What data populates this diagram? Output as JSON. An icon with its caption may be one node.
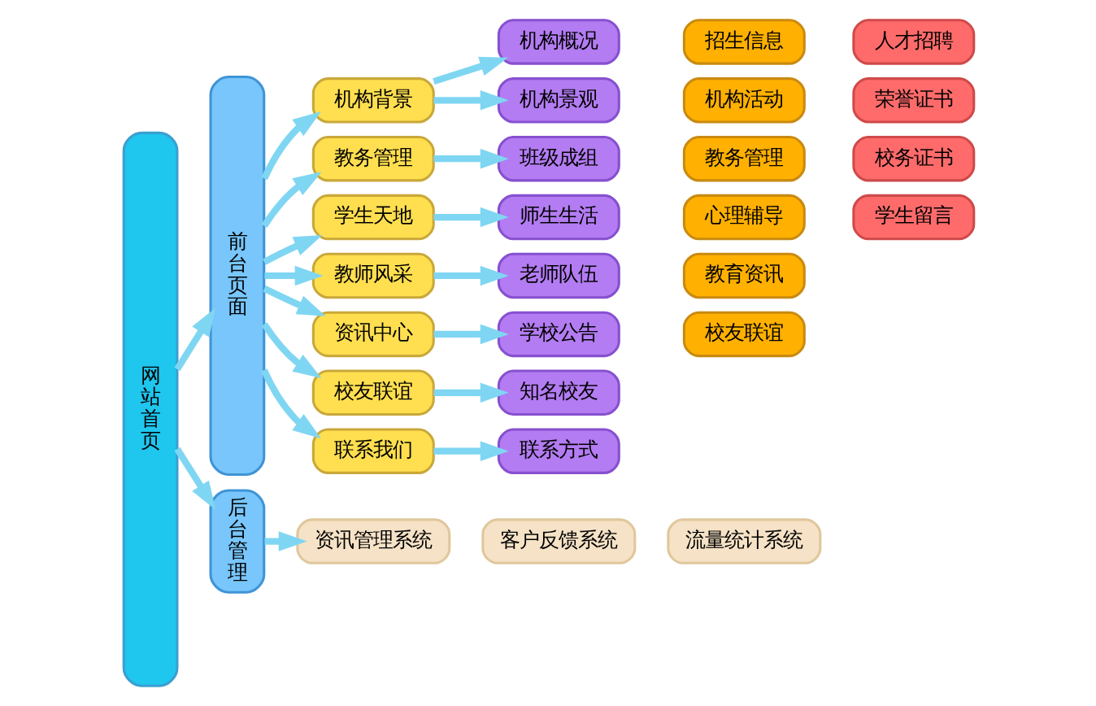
{
  "diagram": {
    "nodes": [
      {
        "text": [
          "网站首页"
        ]
      },
      {
        "text": [
          "前台页面"
        ]
      },
      {
        "text": [
          "后台管理"
        ]
      },
      {
        "text": [
          "机构背景"
        ]
      },
      {
        "text": [
          "教务管理"
        ]
      },
      {
        "text": [
          "学生天地"
        ]
      },
      {
        "text": [
          "教师风采"
        ]
      },
      {
        "text": [
          "资讯中心"
        ]
      },
      {
        "text": [
          "校友联谊"
        ]
      },
      {
        "text": [
          "联系我们"
        ]
      },
      {
        "text": [
          "机构概况"
        ]
      },
      {
        "text": [
          "机构景观"
        ]
      },
      {
        "text": [
          "班级成组"
        ]
      },
      {
        "text": [
          "师生生活"
        ]
      },
      {
        "text": [
          "老师队伍"
        ]
      },
      {
        "text": [
          "学校公告"
        ]
      },
      {
        "text": [
          "知名校友"
        ]
      },
      {
        "text": [
          "联系方式"
        ]
      },
      {
        "text": [
          "招生信息"
        ]
      },
      {
        "text": [
          "机构活动"
        ]
      },
      {
        "text": [
          "教务管理"
        ]
      },
      {
        "text": [
          "心理辅导"
        ]
      },
      {
        "text": [
          "教育资讯"
        ]
      },
      {
        "text": [
          "校友联谊"
        ]
      },
      {
        "text": [
          "人才招聘"
        ]
      },
      {
        "text": [
          "荣誉证书"
        ]
      },
      {
        "text": [
          "校务证书"
        ]
      },
      {
        "text": [
          "学生留言"
        ]
      },
      {
        "text": [
          "资讯管理系统"
        ]
      },
      {
        "text": [
          "客户反馈系统"
        ]
      },
      {
        "text": [
          "流量统计系统"
        ]
      }
    ],
    "edges": [
      {
        "from": 0,
        "to": 1,
        "arrow": "to"
      },
      {
        "from": 0,
        "to": 2,
        "arrow": "to"
      },
      {
        "from": 1,
        "to": 3,
        "arrow": "to"
      },
      {
        "from": 1,
        "to": 4,
        "arrow": "to"
      },
      {
        "from": 1,
        "to": 5,
        "arrow": "to"
      },
      {
        "from": 1,
        "to": 6,
        "arrow": "to"
      },
      {
        "from": 1,
        "to": 7,
        "arrow": "to"
      },
      {
        "from": 1,
        "to": 8,
        "arrow": "to"
      },
      {
        "from": 1,
        "to": 9,
        "arrow": "to"
      },
      {
        "from": 2,
        "to": 28,
        "arrow": "to"
      },
      {
        "from": 3,
        "to": 10,
        "arrow": "to"
      },
      {
        "from": 3,
        "to": 11,
        "arrow": "to"
      },
      {
        "from": 4,
        "to": 12,
        "arrow": "to"
      },
      {
        "from": 5,
        "to": 13,
        "arrow": "to"
      },
      {
        "from": 6,
        "to": 14,
        "arrow": "to"
      },
      {
        "from": 7,
        "to": 15,
        "arrow": "to"
      },
      {
        "from": 8,
        "to": 16,
        "arrow": "to"
      },
      {
        "from": 9,
        "to": 17,
        "arrow": "to"
      }
    ]
  }
}
